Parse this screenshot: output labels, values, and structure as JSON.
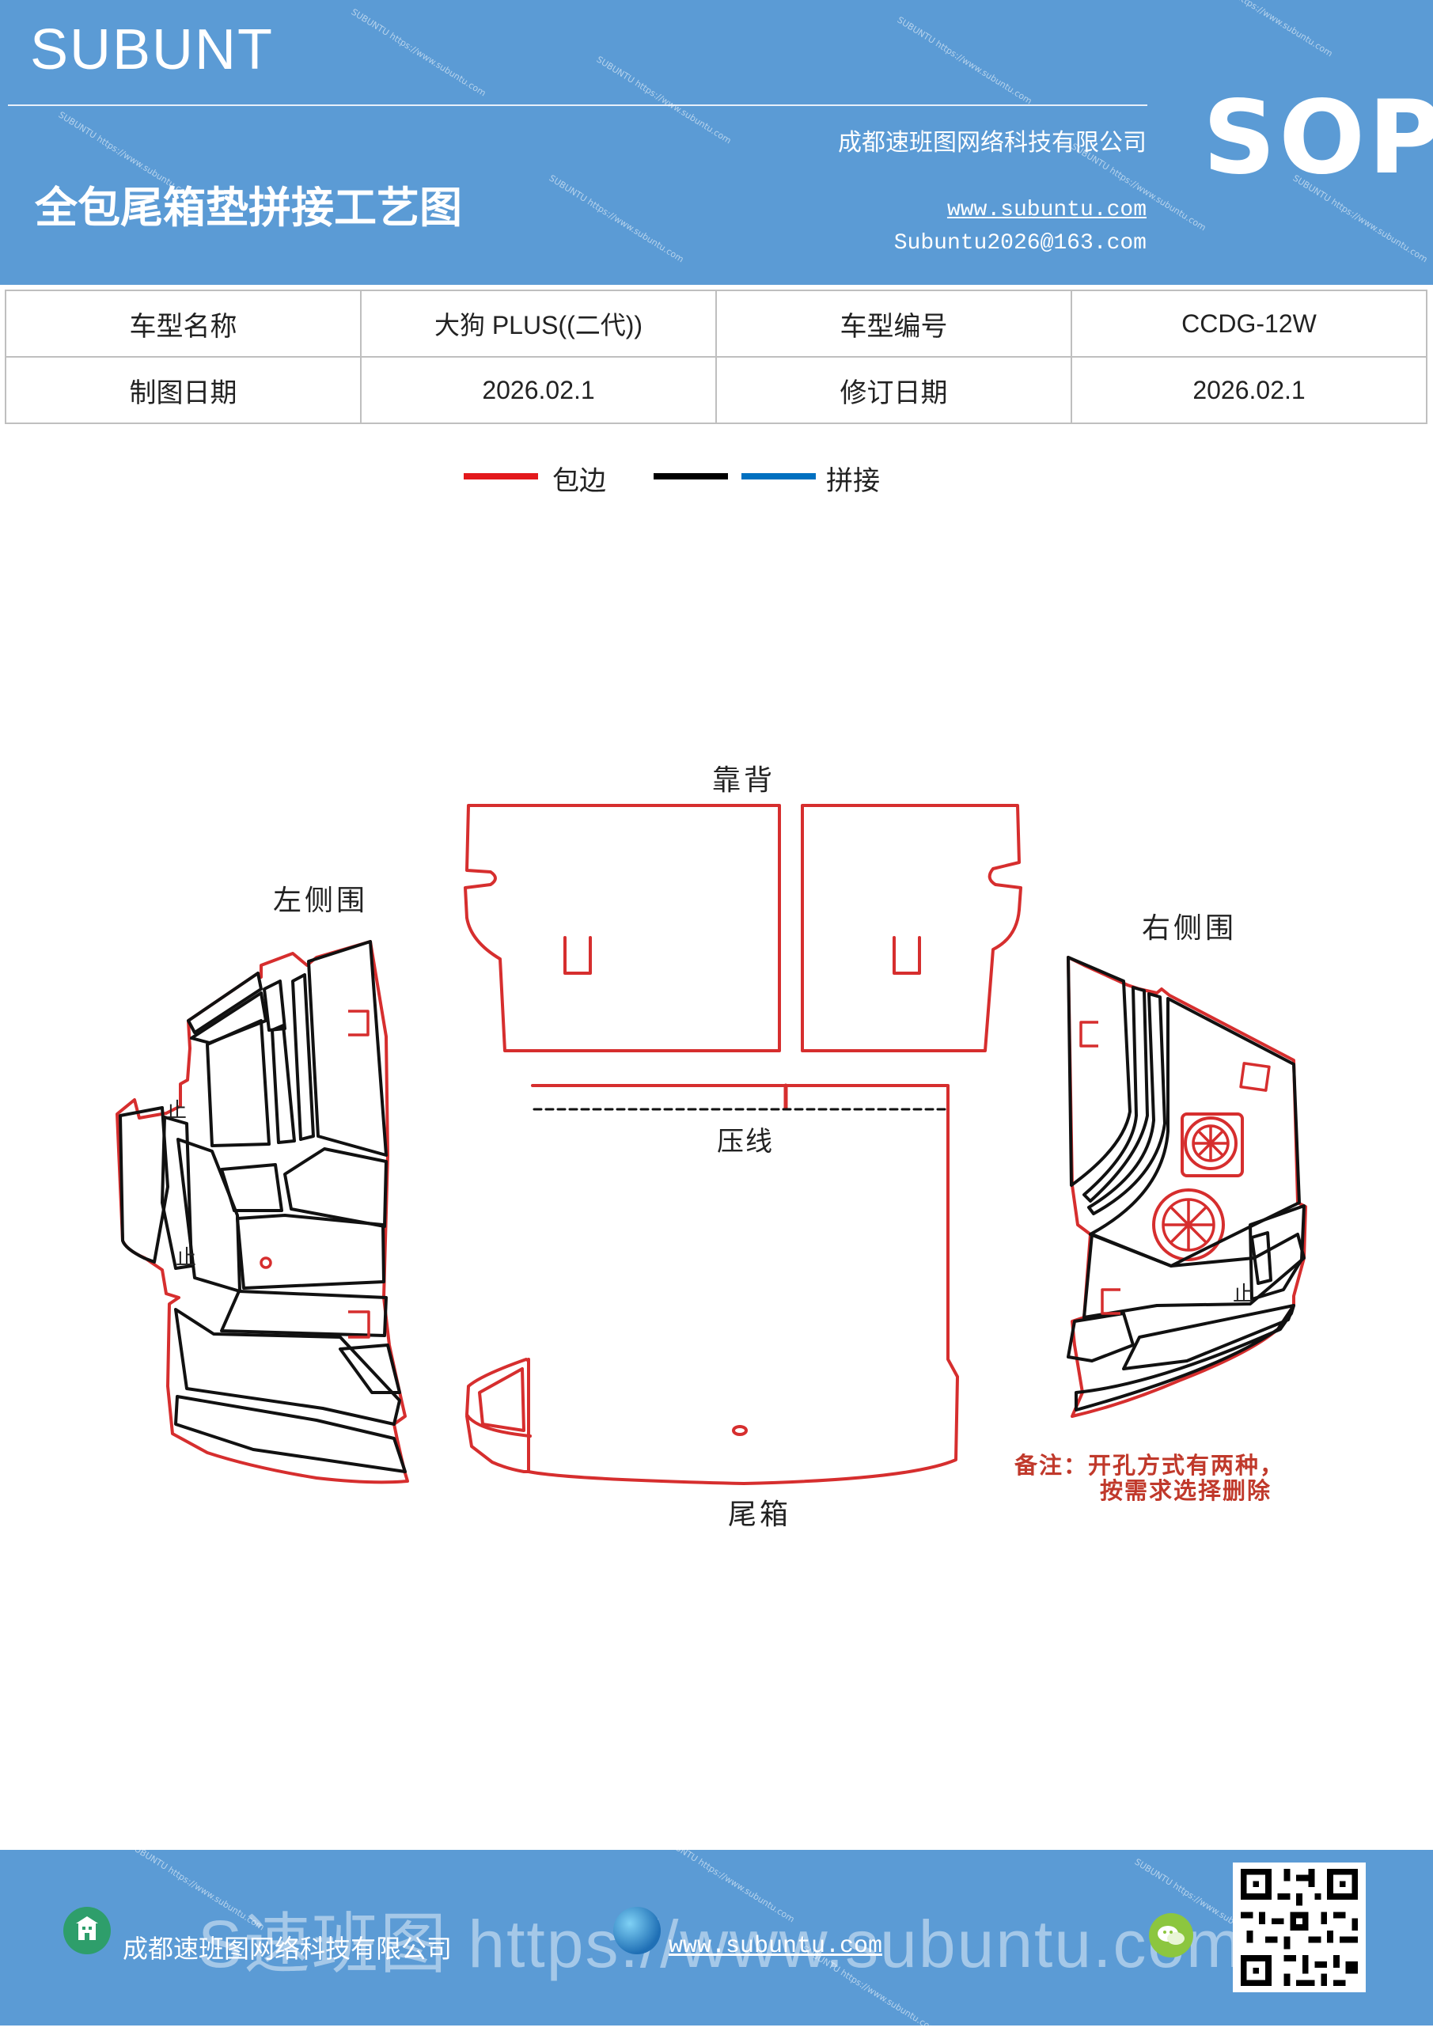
{
  "header": {
    "brand": "SUBUNT",
    "sop": "SOP",
    "title": "全包尾箱垫拼接工艺图",
    "company": "成都速班图网络科技有限公司",
    "website": "www.subuntu.com",
    "email": "Subuntu2026@163.com",
    "watermark": "SUBUNTU https://www.subuntu.com"
  },
  "info_table": {
    "row1": [
      "车型名称",
      "大狗 PLUS((二代))",
      "车型编号",
      "CCDG-12W"
    ],
    "row2": [
      "制图日期",
      "2026.02.1",
      "修订日期",
      "2026.02.1"
    ]
  },
  "legend": {
    "items": [
      {
        "label": "包边",
        "color": "#e3191c"
      },
      {
        "label": "",
        "color": "#000000"
      },
      {
        "label": "拼接",
        "color": "#0070c0"
      }
    ]
  },
  "diagram": {
    "labels": {
      "backrest": "靠背",
      "left_side": "左侧围",
      "right_side": "右侧围",
      "press_line": "压线",
      "trunk": "尾箱",
      "stop_mark": "止"
    },
    "note_line1": "备注：开孔方式有两种，",
    "note_line2": "按需求选择删除",
    "colors": {
      "edge": "#d62e2e",
      "seam": "#111111",
      "note": "#c0392b"
    }
  },
  "footer": {
    "company": "成都速班图网络科技有限公司",
    "website": "www.subuntu.com",
    "ghost_text": "S速班图 https://www.subuntu.com"
  }
}
